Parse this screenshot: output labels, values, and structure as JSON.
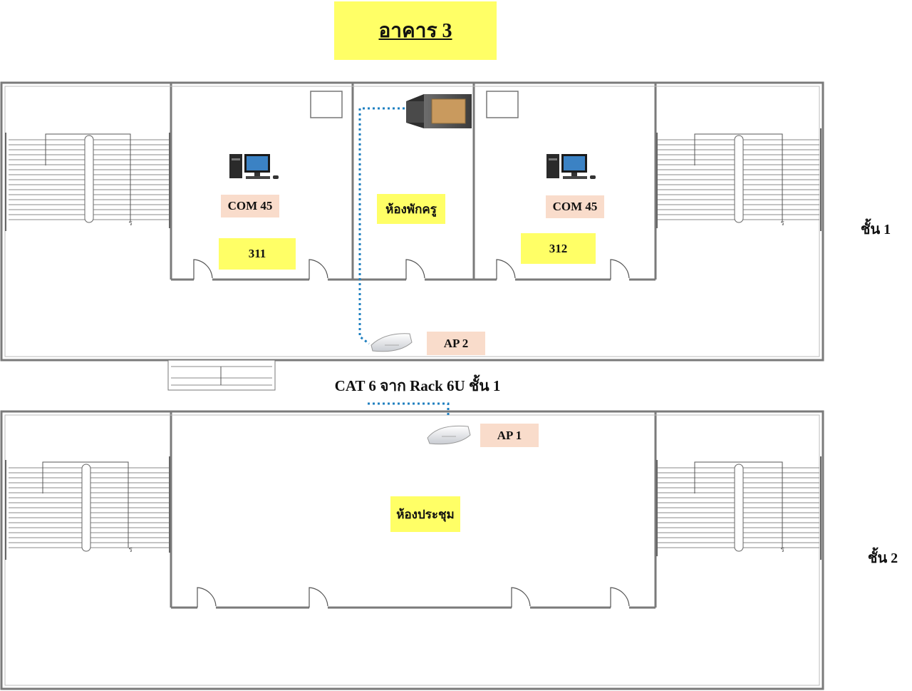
{
  "title": "อาคาร 3",
  "floors": {
    "floor1": "ชั้น 1",
    "floor2": "ชั้น 2"
  },
  "rooms": {
    "com_left": "COM 45",
    "com_right": "COM 45",
    "room_311": "311",
    "room_312": "312",
    "teacher_room": "ห้องพักครู",
    "meeting_room": "ห้องประชุม"
  },
  "access_points": {
    "ap1": "AP 1",
    "ap2": "AP 2"
  },
  "cable_note": "CAT 6 จาก Rack 6U ชั้น 1",
  "colors": {
    "wall": "#777777",
    "label_yellow": "#ffff66",
    "label_peach": "#f9dccb",
    "cable": "#1e7fc0"
  },
  "icons": [
    "computer-icon",
    "server-rack-icon",
    "access-point-icon",
    "stair-icon",
    "door-icon"
  ]
}
